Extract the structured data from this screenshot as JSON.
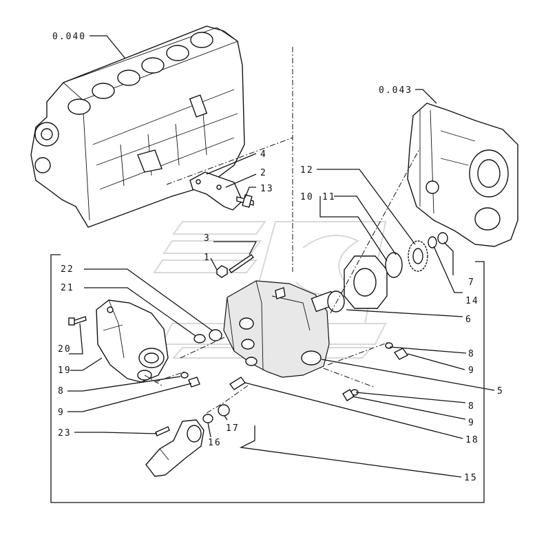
{
  "diagram": {
    "callouts": {
      "ref_block": "0.040",
      "ref_cover": "0.043",
      "c1": "1",
      "c2": "2",
      "c3": "3",
      "c4": "4",
      "c5": "5",
      "c6": "6",
      "c7": "7",
      "c8a": "8",
      "c8b": "8",
      "c8c": "8",
      "c9a": "9",
      "c9b": "9",
      "c9c": "9",
      "c10": "10",
      "c11": "11",
      "c12": "12",
      "c13": "13",
      "c14": "14",
      "c15": "15",
      "c16": "16",
      "c17": "17",
      "c18": "18",
      "c19": "19",
      "c20": "20",
      "c21": "21",
      "c22": "22",
      "c23": "23"
    }
  }
}
